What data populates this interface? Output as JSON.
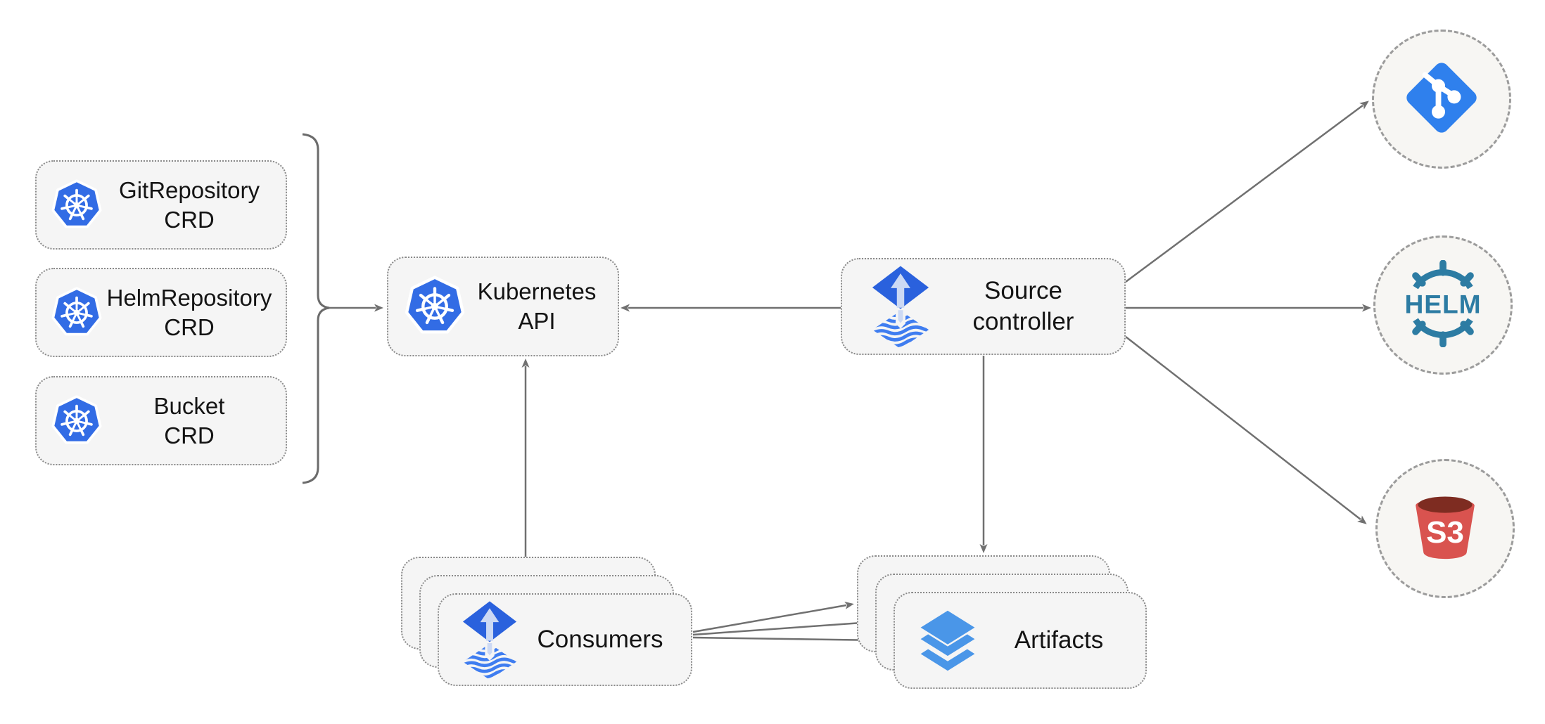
{
  "diagram": {
    "type": "architecture-diagram",
    "subject": "source-controller",
    "nodes": {
      "git_repository_crd": {
        "line1": "GitRepository",
        "line2": "CRD",
        "icon": "kubernetes-icon"
      },
      "helm_repository_crd": {
        "line1": "HelmRepository",
        "line2": "CRD",
        "icon": "kubernetes-icon"
      },
      "bucket_crd": {
        "line1": "Bucket",
        "line2": "CRD",
        "icon": "kubernetes-icon"
      },
      "kubernetes_api": {
        "label": "Kubernetes API",
        "icon": "kubernetes-icon"
      },
      "source_controller": {
        "line1": "Source",
        "line2": "controller",
        "icon": "flux-source-icon"
      },
      "consumers": {
        "label": "Consumers",
        "icon": "flux-source-icon",
        "stacked": true
      },
      "artifacts": {
        "label": "Artifacts",
        "icon": "layers-icon",
        "stacked": true
      },
      "git_remote": {
        "icon": "git-icon"
      },
      "helm_remote": {
        "label": "HELM",
        "icon": "helm-icon"
      },
      "s3_remote": {
        "label": "S3",
        "icon": "s3-bucket-icon"
      }
    },
    "edges": [
      {
        "from": "crd-bracket",
        "to": "kubernetes_api"
      },
      {
        "from": "source_controller",
        "to": "kubernetes_api"
      },
      {
        "from": "consumers",
        "to": "kubernetes_api"
      },
      {
        "from": "source_controller",
        "to": "artifacts"
      },
      {
        "from": "source_controller",
        "to": "git_remote"
      },
      {
        "from": "source_controller",
        "to": "helm_remote"
      },
      {
        "from": "source_controller",
        "to": "s3_remote"
      },
      {
        "from": "consumers",
        "to": "artifacts",
        "count": 3
      }
    ],
    "colors": {
      "canvas_bg": "#ffffff",
      "node_fill": "#f5f5f5",
      "node_border": "#8a8a8a",
      "arrow": "#707070",
      "text": "#141414",
      "kubernetes_blue": "#326ce5",
      "flux_diamond_blue": "#2a61dd",
      "flux_wave_blue": "#3f7df0",
      "flux_arrow_light": "#ccd9f4",
      "git_blue": "#2f80ed",
      "helm_teal": "#2d7ca3",
      "s3_red": "#d9534f",
      "s3_dark_red": "#7e2c21",
      "layers_blue": "#4a96e8",
      "remote_circle_fill": "#f7f6f3",
      "remote_circle_border": "#9c9c9c"
    }
  }
}
